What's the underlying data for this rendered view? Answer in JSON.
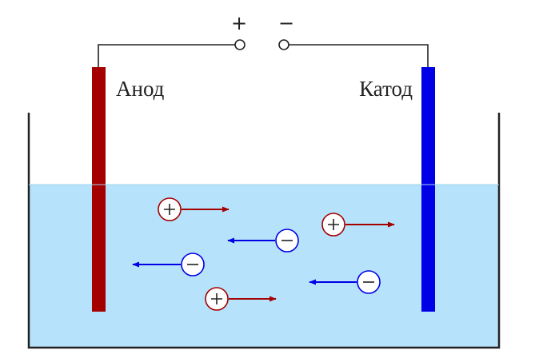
{
  "labels": {
    "anode": "Анод",
    "cathode": "Катод",
    "positive_terminal": "+",
    "negative_terminal": "−"
  },
  "colors": {
    "anode": "#a40000",
    "cathode": "#0000e6",
    "electrolyte": "#b6e3fb",
    "cation": "#a40000",
    "anion": "#0000e6",
    "wire": "#222222"
  },
  "ions": [
    {
      "charge": "positive",
      "direction": "right"
    },
    {
      "charge": "negative",
      "direction": "left"
    },
    {
      "charge": "positive",
      "direction": "right"
    },
    {
      "charge": "negative",
      "direction": "left"
    },
    {
      "charge": "negative",
      "direction": "left"
    },
    {
      "charge": "positive",
      "direction": "right"
    }
  ]
}
